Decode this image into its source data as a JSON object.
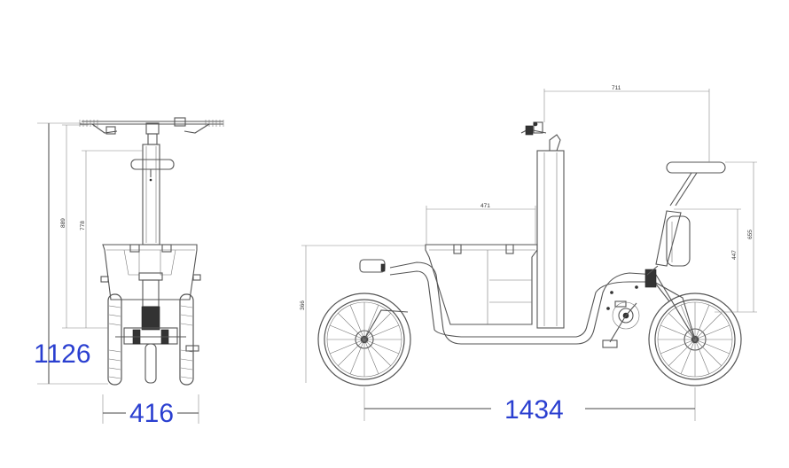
{
  "dimensions": {
    "front_total_height": "1126",
    "front_height_889": "889",
    "front_height_778": "778",
    "front_width": "416",
    "side_length": "1434",
    "handlebar_to_seat": "711",
    "basket_width": "471",
    "front_tire_height": "366",
    "battery_height": "447",
    "seat_height": "655"
  },
  "colors": {
    "line": "#555555",
    "dimension_big": "#2a3fd0"
  }
}
